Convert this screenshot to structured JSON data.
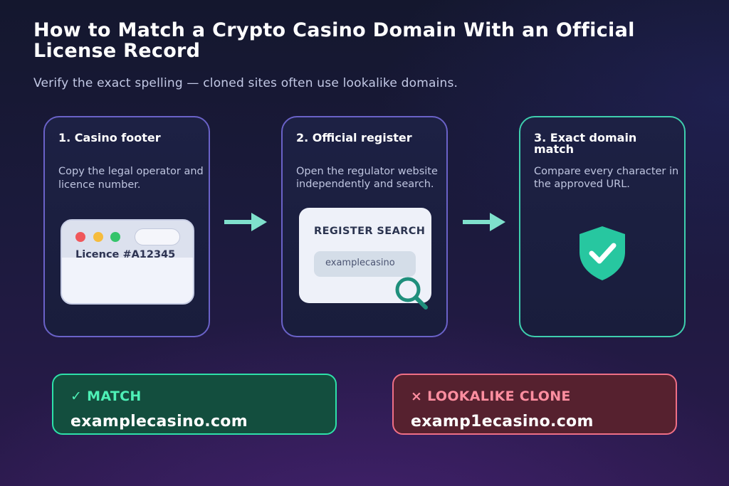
{
  "header": {
    "title": "How to Match a Crypto Casino Domain With an Official License Record",
    "subtitle": "Verify the exact spelling — cloned sites often use lookalike domains."
  },
  "colors": {
    "accent_purple": "#6a62c8",
    "accent_teal": "#3ecfae",
    "match_green": "#2ee0a9",
    "clone_red": "#ef6f86"
  },
  "steps": [
    {
      "title": "1. Casino footer",
      "text": "Copy the legal operator and licence number.",
      "mock": {
        "licence_text": "Licence #A12345"
      }
    },
    {
      "title": "2. Official register",
      "text": "Open the regulator website independently and search.",
      "mock": {
        "heading": "REGISTER SEARCH",
        "field_value": "examplecasino",
        "icon": "magnifier-icon"
      }
    },
    {
      "title": "3. Exact domain match",
      "text": "Compare every character in the approved URL.",
      "mock": {
        "icon": "shield-check-icon"
      }
    }
  ],
  "results": {
    "match": {
      "label": "✓ MATCH",
      "domain": "examplecasino.com"
    },
    "clone": {
      "label": "× LOOKALIKE CLONE",
      "domain": "examp1ecasino.com"
    }
  }
}
